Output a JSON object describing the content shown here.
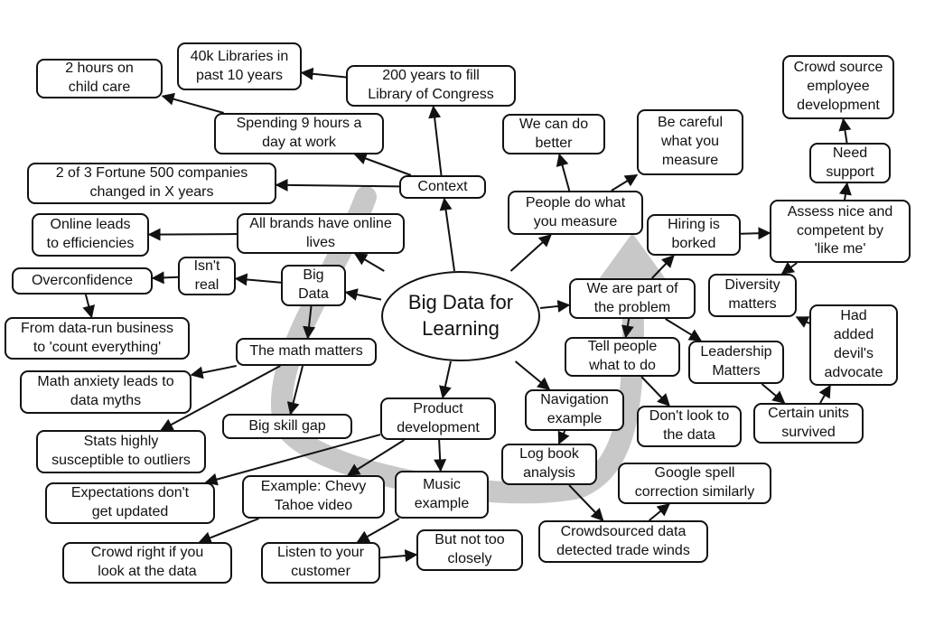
{
  "title": "Big Data for\nLearning",
  "nodes": [
    {
      "id": "center",
      "text": "Big Data for\nLearning"
    },
    {
      "id": "context",
      "text": "Context"
    },
    {
      "id": "lib200",
      "text": "200 years to fill\nLibrary of Congress"
    },
    {
      "id": "lib40k",
      "text": "40k Libraries in\npast 10 years"
    },
    {
      "id": "childcare",
      "text": "2 hours on\nchild care"
    },
    {
      "id": "spend9",
      "text": "Spending 9 hours a\nday at work"
    },
    {
      "id": "fortune",
      "text": "2 of 3 Fortune 500 companies\nchanged in X years"
    },
    {
      "id": "brands",
      "text": "All brands have online\nlives"
    },
    {
      "id": "onlineleads",
      "text": "Online leads\nto efficiencies"
    },
    {
      "id": "bigdata",
      "text": "Big\nData"
    },
    {
      "id": "isntreal",
      "text": "Isn't\nreal"
    },
    {
      "id": "overconf",
      "text": "Overconfidence"
    },
    {
      "id": "datarun",
      "text": "From data-run business\nto 'count everything'"
    },
    {
      "id": "mathmatters",
      "text": "The math matters"
    },
    {
      "id": "mathanxiety",
      "text": "Math anxiety leads to\ndata myths"
    },
    {
      "id": "skillgap",
      "text": "Big skill gap"
    },
    {
      "id": "stats",
      "text": "Stats highly\nsusceptible to outliers"
    },
    {
      "id": "product",
      "text": "Product\ndevelopment"
    },
    {
      "id": "expectations",
      "text": "Expectations don't\nget updated"
    },
    {
      "id": "chevy",
      "text": "Example: Chevy\nTahoe video"
    },
    {
      "id": "crowdright",
      "text": "Crowd right if you\nlook at the data"
    },
    {
      "id": "music",
      "text": "Music\nexample"
    },
    {
      "id": "listen",
      "text": "Listen to your\ncustomer"
    },
    {
      "id": "notclosely",
      "text": "But not too\nclosely"
    },
    {
      "id": "navigation",
      "text": "Navigation\nexample"
    },
    {
      "id": "logbook",
      "text": "Log book\nanalysis"
    },
    {
      "id": "tradewinds",
      "text": "Crowdsourced data\ndetected trade winds"
    },
    {
      "id": "googlespell",
      "text": "Google spell\ncorrection similarly"
    },
    {
      "id": "peopledo",
      "text": "People do what\nyou measure"
    },
    {
      "id": "candobetter",
      "text": "We can do\nbetter"
    },
    {
      "id": "careful",
      "text": "Be careful\nwhat you\nmeasure"
    },
    {
      "id": "partproblem",
      "text": "We are part of\nthe problem"
    },
    {
      "id": "hiring",
      "text": "Hiring is\nborked"
    },
    {
      "id": "assess",
      "text": "Assess nice and\ncompetent by\n'like me'"
    },
    {
      "id": "needsupport",
      "text": "Need\nsupport"
    },
    {
      "id": "crowdsource",
      "text": "Crowd source\nemployee\ndevelopment"
    },
    {
      "id": "diversity",
      "text": "Diversity\nmatters"
    },
    {
      "id": "devil",
      "text": "Had\nadded\ndevil's\nadvocate"
    },
    {
      "id": "tellpeople",
      "text": "Tell people\nwhat to do"
    },
    {
      "id": "leadership",
      "text": "Leadership\nMatters"
    },
    {
      "id": "dontlook",
      "text": "Don't look to\nthe data"
    },
    {
      "id": "certain",
      "text": "Certain units\nsurvived"
    }
  ],
  "edges": [
    [
      "center",
      "context"
    ],
    [
      "context",
      "lib200"
    ],
    [
      "lib200",
      "lib40k"
    ],
    [
      "context",
      "spend9"
    ],
    [
      "spend9",
      "childcare"
    ],
    [
      "context",
      "fortune"
    ],
    [
      "center",
      "brands"
    ],
    [
      "brands",
      "onlineleads"
    ],
    [
      "center",
      "bigdata"
    ],
    [
      "bigdata",
      "isntreal"
    ],
    [
      "isntreal",
      "overconf"
    ],
    [
      "overconf",
      "datarun"
    ],
    [
      "bigdata",
      "mathmatters"
    ],
    [
      "mathmatters",
      "mathanxiety"
    ],
    [
      "mathmatters",
      "skillgap"
    ],
    [
      "mathmatters",
      "stats"
    ],
    [
      "center",
      "product"
    ],
    [
      "product",
      "expectations"
    ],
    [
      "product",
      "chevy"
    ],
    [
      "chevy",
      "crowdright"
    ],
    [
      "product",
      "music"
    ],
    [
      "music",
      "listen"
    ],
    [
      "listen",
      "notclosely"
    ],
    [
      "center",
      "navigation"
    ],
    [
      "navigation",
      "logbook"
    ],
    [
      "logbook",
      "tradewinds"
    ],
    [
      "tradewinds",
      "googlespell"
    ],
    [
      "center",
      "peopledo"
    ],
    [
      "peopledo",
      "candobetter"
    ],
    [
      "peopledo",
      "careful"
    ],
    [
      "center",
      "partproblem"
    ],
    [
      "partproblem",
      "hiring"
    ],
    [
      "hiring",
      "assess"
    ],
    [
      "assess",
      "needsupport"
    ],
    [
      "needsupport",
      "crowdsource"
    ],
    [
      "assess",
      "diversity"
    ],
    [
      "partproblem",
      "tellpeople"
    ],
    [
      "partproblem",
      "leadership"
    ],
    [
      "tellpeople",
      "dontlook"
    ],
    [
      "leadership",
      "certain"
    ],
    [
      "certain",
      "devil"
    ],
    [
      "devil",
      "diversity"
    ]
  ],
  "colors": {
    "stroke": "#111111",
    "background": "#ffffff",
    "arrow_band": "#c8c8c8"
  }
}
